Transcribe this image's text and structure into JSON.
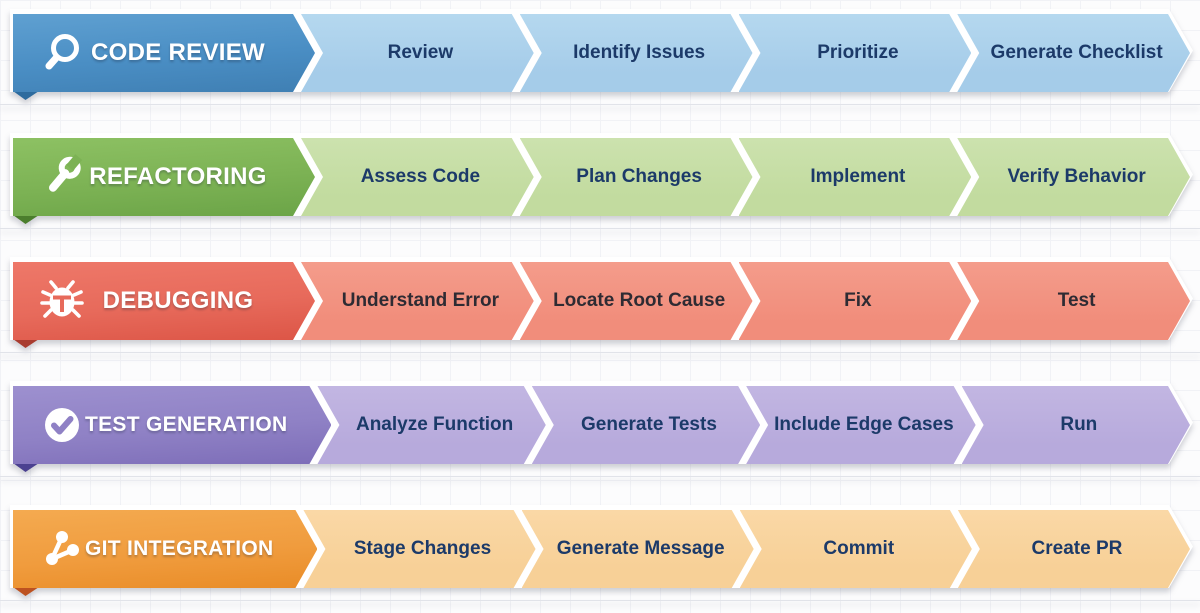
{
  "rows": [
    {
      "id": "code-review",
      "title": "CODE REVIEW",
      "icon": "magnifier-icon",
      "steps": [
        "Review",
        "Identify Issues",
        "Prioritize",
        "Generate Checklist"
      ],
      "colors": {
        "header_light": "#5fa0d1",
        "header": "#4a8ec4",
        "header_dark": "#3f7fb3",
        "fold": "#2d6b9e",
        "seg_light": "#b5d8ef",
        "seg": "#a5cce9",
        "text": "#1c3a69"
      }
    },
    {
      "id": "refactoring",
      "title": "REFACTORING",
      "icon": "wrench-icon",
      "steps": [
        "Assess Code",
        "Plan Changes",
        "Implement",
        "Verify Behavior"
      ],
      "colors": {
        "header_light": "#8dc163",
        "header": "#7cb254",
        "header_dark": "#6ba447",
        "fold": "#4b7e2d",
        "seg_light": "#cce2ae",
        "seg": "#c2db9f",
        "text": "#1c3a69"
      }
    },
    {
      "id": "debugging",
      "title": "DEBUGGING",
      "icon": "bug-icon",
      "steps": [
        "Understand Error",
        "Locate Root Cause",
        "Fix",
        "Test"
      ],
      "colors": {
        "header_light": "#ee7869",
        "header": "#e76a5b",
        "header_dark": "#dc5546",
        "fold": "#a93c30",
        "seg_light": "#f49c8b",
        "seg": "#f18d7b",
        "text": "#2e2b33"
      }
    },
    {
      "id": "test-generation",
      "title": "TEST GENERATION",
      "icon": "check-circle-icon",
      "steps": [
        "Analyze Function",
        "Generate Tests",
        "Include Edge Cases",
        "Run"
      ],
      "colors": {
        "header_light": "#9d90cf",
        "header": "#8f81c5",
        "header_dark": "#7d6db8",
        "fold": "#4b4190",
        "seg_light": "#c2b6e2",
        "seg": "#b7aadc",
        "text": "#1c3a69"
      }
    },
    {
      "id": "git-integration",
      "title": "GIT INTEGRATION",
      "icon": "git-branch-icon",
      "steps": [
        "Stage Changes",
        "Generate Message",
        "Commit",
        "Create PR"
      ],
      "colors": {
        "header_light": "#f4aa50",
        "header": "#f09c3e",
        "header_dark": "#e98c27",
        "fold": "#bd5220",
        "seg_light": "#fad8a6",
        "seg": "#f7d097",
        "text": "#1c3a69"
      }
    }
  ]
}
